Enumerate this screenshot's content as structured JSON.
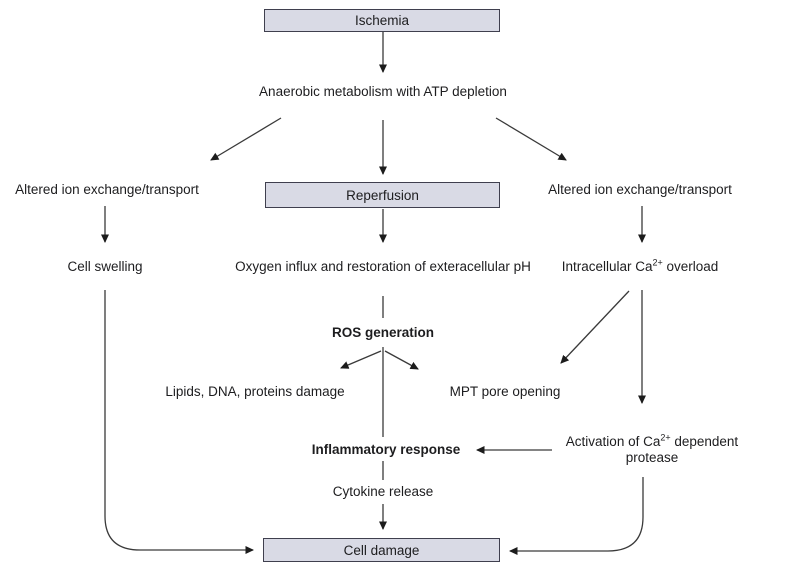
{
  "diagram_title": "Ischemia-reperfusion injury flowchart",
  "colors": {
    "box_fill": "#d9dae5",
    "box_border": "#3f3f4e",
    "line": "#3a3a3a",
    "text": "#1d1d1f"
  },
  "nodes": {
    "ischemia": "Ischemia",
    "anaerobic": "Anaerobic metabolism with ATP depletion",
    "altered_left": "Altered ion exchange/transport",
    "reperfusion": "Reperfusion",
    "altered_right": "Altered ion exchange/transport",
    "cell_swelling": "Cell swelling",
    "oxygen": "Oxygen influx and restoration of exteracellular pH",
    "intracellular_pre": "Intracellular Ca",
    "intracellular_sup": "2+",
    "intracellular_post": " overload",
    "ros": "ROS generation",
    "lipids": "Lipids, DNA, proteins damage",
    "mpt": "MPT pore opening",
    "activation_pre": "Activation of Ca",
    "activation_sup": "2+",
    "activation_post": " dependent protease",
    "inflammatory": "Inflammatory response",
    "cytokine": "Cytokine release",
    "cell_damage": "Cell damage"
  }
}
